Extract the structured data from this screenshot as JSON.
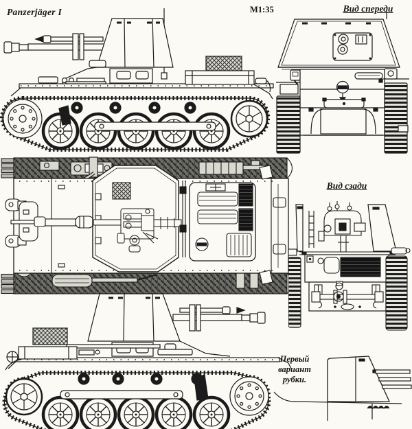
{
  "document": {
    "title": "Panzerjäger I",
    "scale_label": "М1:35"
  },
  "view_labels": {
    "front": "Вид спереди",
    "rear": "Вид сзади",
    "casemate_variant_lines": [
      "Первый",
      "вариант",
      "рубки."
    ]
  },
  "colors": {
    "ink": "#1b1b1b",
    "paper": "#fbfaf5"
  }
}
